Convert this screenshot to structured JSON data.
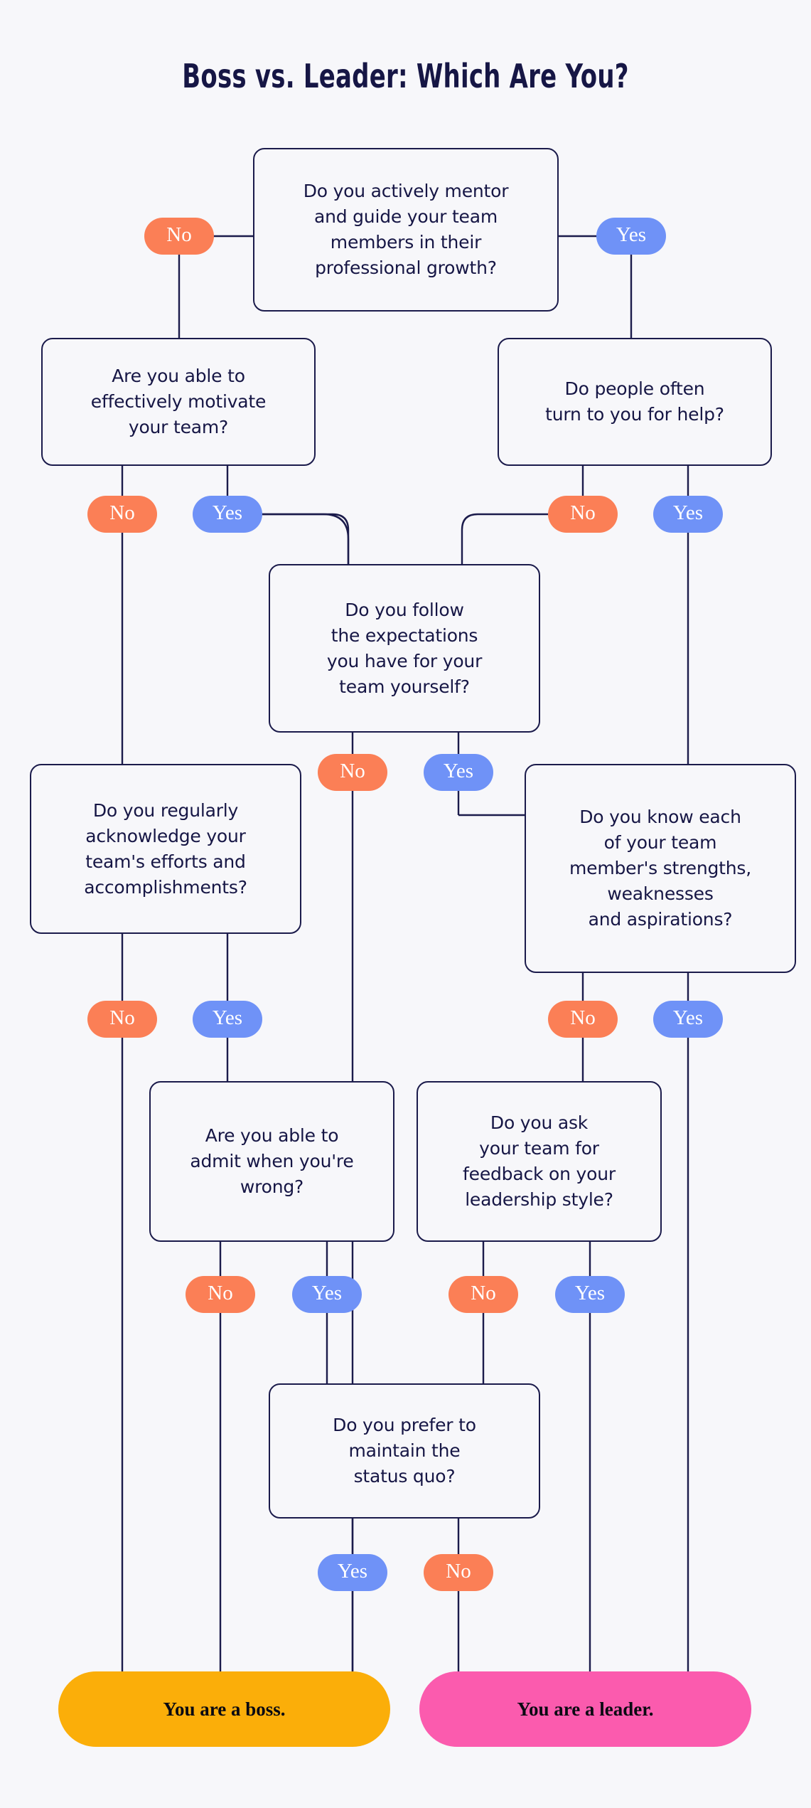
{
  "page": {
    "title": "Boss vs. Leader: Which Are You?",
    "background_color": "#F7F7FA",
    "ink_color": "#1B1B4B"
  },
  "colors": {
    "no_pill": "#FB7F56",
    "yes_pill": "#6F92F7",
    "boss_result": "#FBAE09",
    "leader_result": "#FB5BAE",
    "box_border": "#1B1B4B",
    "box_text": "#161645",
    "title": "#161645"
  },
  "labels": {
    "yes": "Yes",
    "no": "No"
  },
  "chart_data": {
    "type": "flowchart",
    "title": "Boss vs. Leader: Which Are You?",
    "nodes": [
      {
        "id": "q1",
        "kind": "question",
        "text": "Do you actively mentor and guide your team members in their professional growth?"
      },
      {
        "id": "q2",
        "kind": "question",
        "text": "Are you able to effectively motivate your team?"
      },
      {
        "id": "q3",
        "kind": "question",
        "text": "Do people often turn to you for help?"
      },
      {
        "id": "q4",
        "kind": "question",
        "text": "Do you follow the expectations you have for your team yourself?"
      },
      {
        "id": "q5",
        "kind": "question",
        "text": "Do you regularly acknowledge your team's efforts and accomplishments?"
      },
      {
        "id": "q6",
        "kind": "question",
        "text": "Do you know each of your team member's strengths, weaknesses and aspirations?"
      },
      {
        "id": "q7",
        "kind": "question",
        "text": "Are you able to admit when you're wrong?"
      },
      {
        "id": "q8",
        "kind": "question",
        "text": "Do you ask your team for feedback on your leadership style?"
      },
      {
        "id": "q9",
        "kind": "question",
        "text": "Do you prefer to maintain the status quo?"
      },
      {
        "id": "boss",
        "kind": "result",
        "text": "You are a boss."
      },
      {
        "id": "leader",
        "kind": "result",
        "text": "You are a leader."
      }
    ],
    "edges": [
      {
        "from": "q1",
        "label": "No",
        "to": "q2"
      },
      {
        "from": "q1",
        "label": "Yes",
        "to": "q3"
      },
      {
        "from": "q2",
        "label": "No",
        "to": "boss"
      },
      {
        "from": "q2",
        "label": "Yes",
        "to": "q4"
      },
      {
        "from": "q3",
        "label": "No",
        "to": "q4"
      },
      {
        "from": "q3",
        "label": "Yes",
        "to": "leader"
      },
      {
        "from": "q4",
        "label": "No",
        "to": "q5"
      },
      {
        "from": "q4",
        "label": "Yes",
        "to": "q6"
      },
      {
        "from": "q5",
        "label": "No",
        "to": "boss"
      },
      {
        "from": "q5",
        "label": "Yes",
        "to": "q7"
      },
      {
        "from": "q6",
        "label": "No",
        "to": "q8"
      },
      {
        "from": "q6",
        "label": "Yes",
        "to": "leader"
      },
      {
        "from": "q7",
        "label": "No",
        "to": "boss"
      },
      {
        "from": "q7",
        "label": "Yes",
        "to": "q9"
      },
      {
        "from": "q8",
        "label": "No",
        "to": "q9"
      },
      {
        "from": "q8",
        "label": "Yes",
        "to": "leader"
      },
      {
        "from": "q9",
        "label": "Yes",
        "to": "boss"
      },
      {
        "from": "q9",
        "label": "No",
        "to": "leader"
      }
    ]
  },
  "boxes": {
    "q1": {
      "lines": [
        "Do you actively mentor",
        "and guide your team",
        "members in their",
        "professional growth?"
      ]
    },
    "q2": {
      "lines": [
        "Are you able to",
        "effectively motivate",
        "your team?"
      ]
    },
    "q3": {
      "lines": [
        "Do people often",
        "turn to you for help?"
      ]
    },
    "q4": {
      "lines": [
        "Do you follow",
        "the expectations",
        "you have for your",
        "team yourself?"
      ]
    },
    "q5": {
      "lines": [
        "Do you regularly",
        "acknowledge your",
        "team's efforts and",
        "accomplishments?"
      ]
    },
    "q6": {
      "lines": [
        "Do you know each",
        "of your team",
        "member's strengths,",
        "weaknesses",
        "and aspirations?"
      ]
    },
    "q7": {
      "lines": [
        "Are you able to",
        "admit when you're",
        "wrong?"
      ]
    },
    "q8": {
      "lines": [
        "Do you ask",
        "your team for",
        "feedback on your",
        "leadership style?"
      ]
    },
    "q9": {
      "lines": [
        "Do you prefer to",
        "maintain the",
        "status quo?"
      ]
    }
  },
  "results": {
    "boss": "You are a boss.",
    "leader": "You are a leader."
  }
}
